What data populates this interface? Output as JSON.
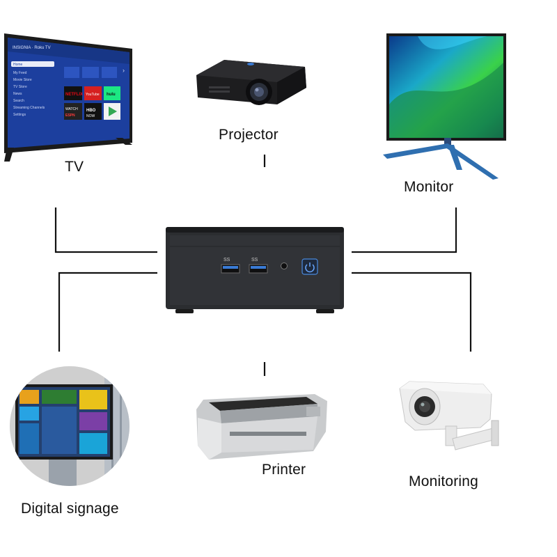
{
  "labels": {
    "tv": "TV",
    "projector": "Projector",
    "monitor": "Monitor",
    "digital_signage": "Digital signage",
    "printer": "Printer",
    "monitoring": "Monitoring"
  },
  "tv_screen": {
    "brand": "INSIGNIA · Roku TV",
    "menu": [
      "Home",
      "My Feed",
      "Movie Store",
      "TV Store",
      "News",
      "Search",
      "Streaming Channels",
      "Settings"
    ],
    "apps": [
      "NETFLIX",
      "YouTube",
      "hulu",
      "WATCH ESPN",
      "HBO NOW",
      "Play"
    ]
  },
  "mini_pc": {
    "usb_labels": [
      "SS",
      "SS"
    ]
  },
  "colors": {
    "line": "#111111",
    "device_body": "#2b2d30",
    "power_button": "#3a7bd5"
  }
}
